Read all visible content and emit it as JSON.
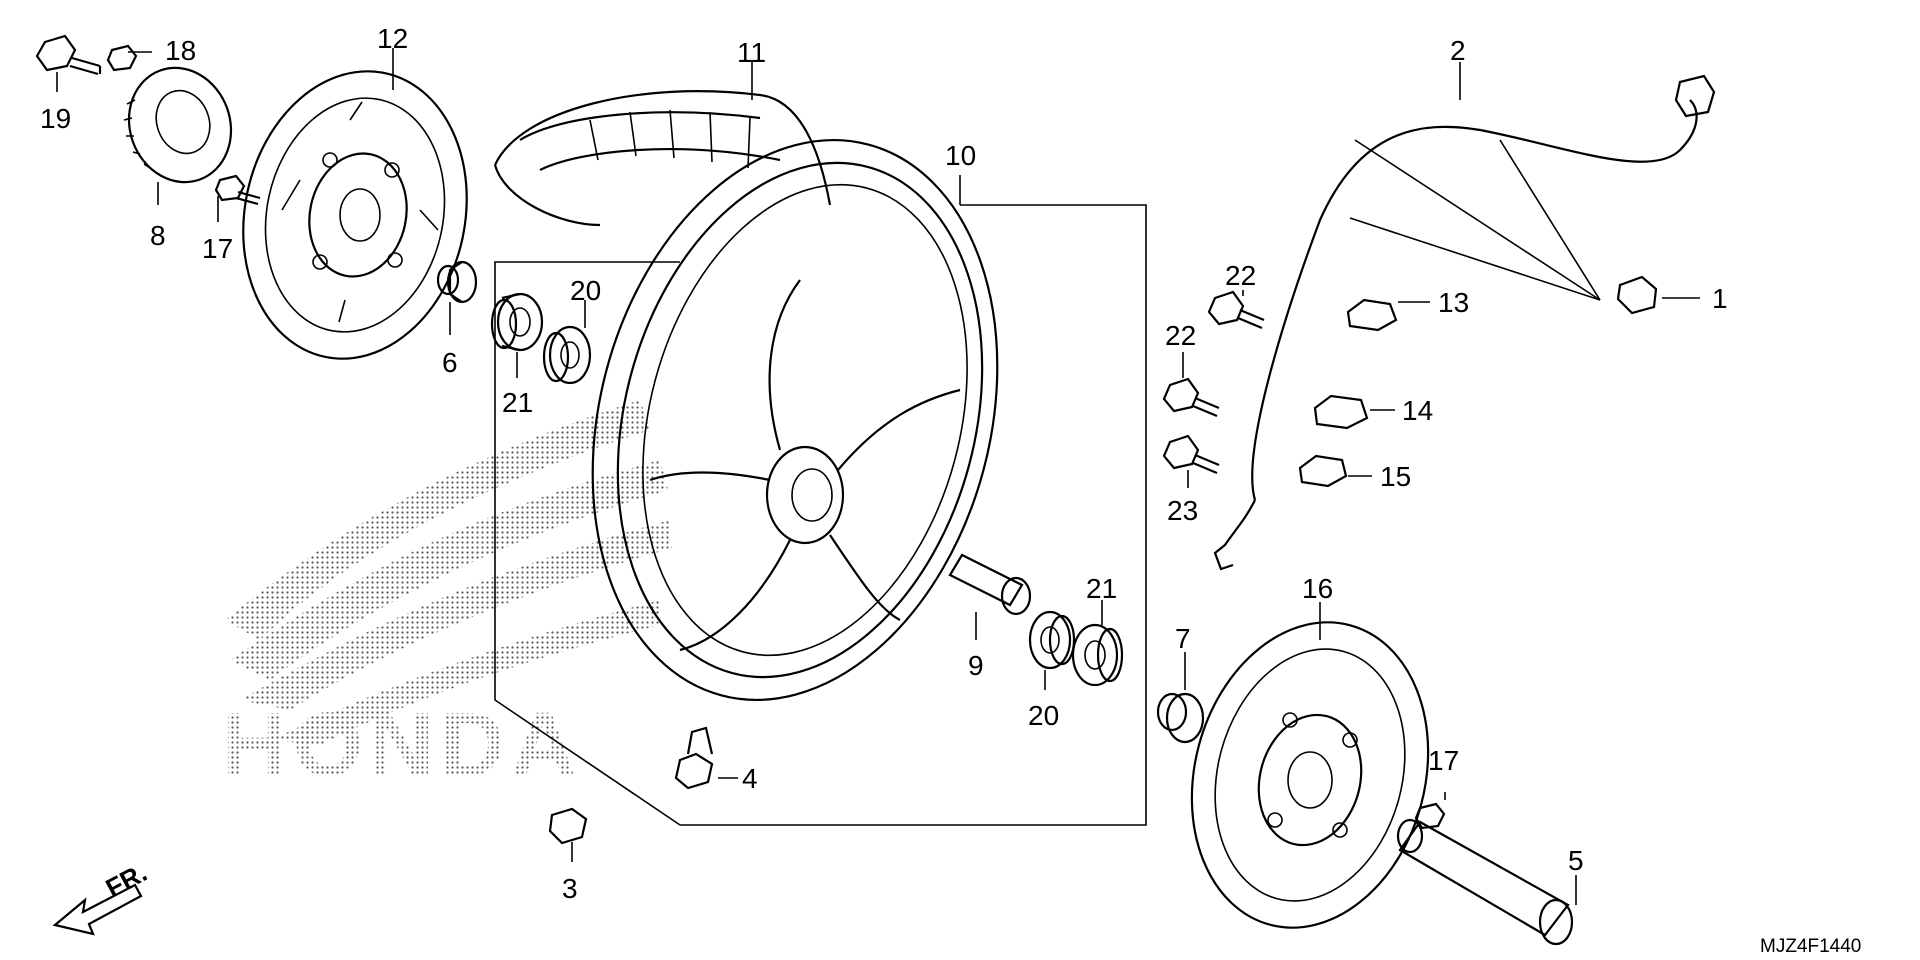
{
  "diagram": {
    "drawing_code": "MJZ4F1440",
    "direction_label": "FR.",
    "watermark_text": "HONDA",
    "callouts": {
      "p1": "1",
      "p2": "2",
      "p3": "3",
      "p4": "4",
      "p5": "5",
      "p6": "6",
      "p7": "7",
      "p8": "8",
      "p9": "9",
      "p10": "10",
      "p11": "11",
      "p12": "12",
      "p13": "13",
      "p14": "14",
      "p15": "15",
      "p16": "16",
      "p17a": "17",
      "p17b": "17",
      "p18": "18",
      "p19": "19",
      "p20a": "20",
      "p20b": "20",
      "p21a": "21",
      "p21b": "21",
      "p22a": "22",
      "p22b": "22",
      "p23": "23"
    },
    "parts": [
      {
        "id": "p1",
        "icon": "cable-clip-icon"
      },
      {
        "id": "p2",
        "icon": "speed-sensor-cable-icon"
      },
      {
        "id": "p3",
        "icon": "valve-cap-icon"
      },
      {
        "id": "p4",
        "icon": "tire-valve-icon"
      },
      {
        "id": "p5",
        "icon": "axle-shaft-icon"
      },
      {
        "id": "p6",
        "icon": "side-collar-icon"
      },
      {
        "id": "p7",
        "icon": "side-collar-icon"
      },
      {
        "id": "p8",
        "icon": "pulser-ring-icon"
      },
      {
        "id": "p9",
        "icon": "distance-collar-icon"
      },
      {
        "id": "p10",
        "icon": "wheel-rim-icon"
      },
      {
        "id": "p11",
        "icon": "tire-icon"
      },
      {
        "id": "p12",
        "icon": "brake-disc-icon"
      },
      {
        "id": "p13",
        "icon": "clamp-icon"
      },
      {
        "id": "p14",
        "icon": "stay-bracket-icon"
      },
      {
        "id": "p15",
        "icon": "stay-bracket-icon"
      },
      {
        "id": "p16",
        "icon": "brake-disc-icon"
      },
      {
        "id": "p17",
        "icon": "disc-bolt-icon"
      },
      {
        "id": "p18",
        "icon": "bolt-icon"
      },
      {
        "id": "p19",
        "icon": "flange-bolt-icon"
      },
      {
        "id": "p20",
        "icon": "dust-seal-icon"
      },
      {
        "id": "p21",
        "icon": "ball-bearing-icon"
      },
      {
        "id": "p22",
        "icon": "flange-bolt-icon"
      },
      {
        "id": "p23",
        "icon": "flange-bolt-icon"
      }
    ]
  }
}
